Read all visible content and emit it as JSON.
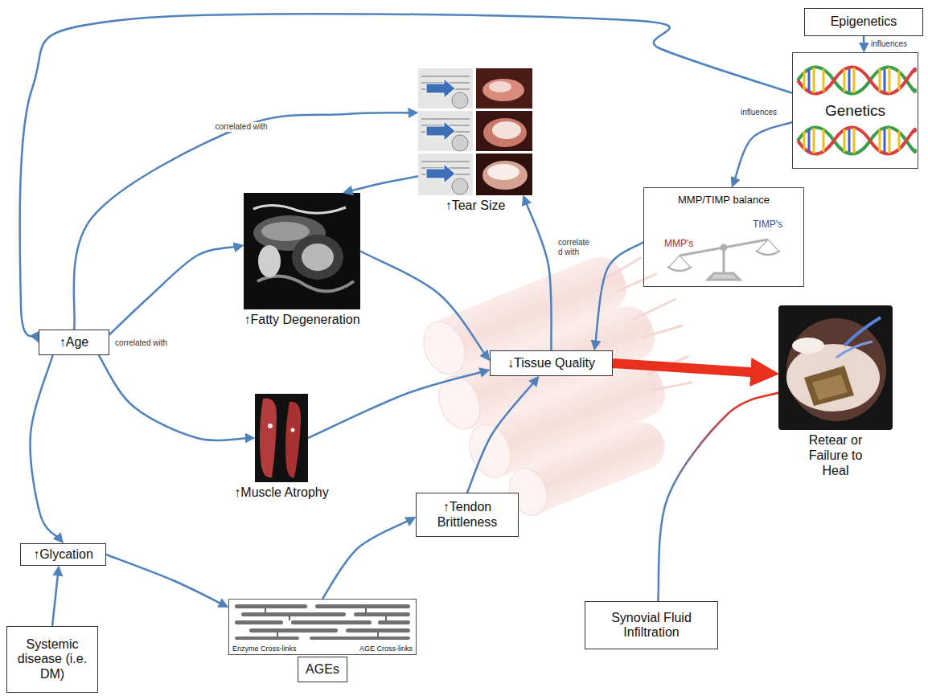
{
  "diagram": {
    "nodes": [
      {
        "text": [
          "Epigenetics"
        ]
      },
      {
        "text": [
          "Genetics"
        ]
      },
      {
        "text": [
          "↑Tear Size"
        ]
      },
      {
        "text": [
          "MMP/TIMP balance",
          "MMP's",
          "TIMP's"
        ]
      },
      {
        "text": [
          "↑Fatty Degeneration"
        ]
      },
      {
        "text": [
          "↑Age"
        ]
      },
      {
        "text": [
          "↓Tissue Quality"
        ]
      },
      {
        "text": [
          "Retear or Failure to Heal"
        ]
      },
      {
        "text": [
          "↑Muscle Atrophy"
        ]
      },
      {
        "text": [
          "↑Tendon Brittleness"
        ]
      },
      {
        "text": [
          "↑Glycation"
        ]
      },
      {
        "text": [
          "Synovial Fluid Infiltration"
        ]
      },
      {
        "text": [
          "Systemic disease (i.e. DM)"
        ]
      },
      {
        "text": [
          "Enzyme Cross-links",
          "AGE Cross-links",
          "AGEs"
        ]
      }
    ],
    "edges": [
      {
        "from": 0,
        "to": 1,
        "arrow": "to",
        "label": "influences"
      },
      {
        "from": 1,
        "to": 3,
        "arrow": "to",
        "label": "influences"
      },
      {
        "from": 1,
        "to": 5,
        "arrow": "to"
      },
      {
        "from": 5,
        "to": 2,
        "arrow": "to",
        "label": "correlated with"
      },
      {
        "from": 2,
        "to": 4,
        "arrow": "to"
      },
      {
        "from": 5,
        "to": 4,
        "arrow": "to",
        "label": "correlated with"
      },
      {
        "from": 5,
        "to": 8,
        "arrow": "to"
      },
      {
        "from": 4,
        "to": 6,
        "arrow": "to"
      },
      {
        "from": 8,
        "to": 6,
        "arrow": "to"
      },
      {
        "from": 3,
        "to": 6,
        "arrow": "to"
      },
      {
        "from": 6,
        "to": 2,
        "arrow": "to",
        "label": "correlate d with"
      },
      {
        "from": 6,
        "to": 7,
        "arrow": "to"
      },
      {
        "from": 11,
        "to": 7,
        "arrow": "none"
      },
      {
        "from": 5,
        "to": 10,
        "arrow": "to"
      },
      {
        "from": 12,
        "to": 10,
        "arrow": "to"
      },
      {
        "from": 10,
        "to": 13,
        "arrow": "to"
      },
      {
        "from": 13,
        "to": 9,
        "arrow": "to"
      },
      {
        "from": 9,
        "to": 6,
        "arrow": "to"
      }
    ]
  }
}
